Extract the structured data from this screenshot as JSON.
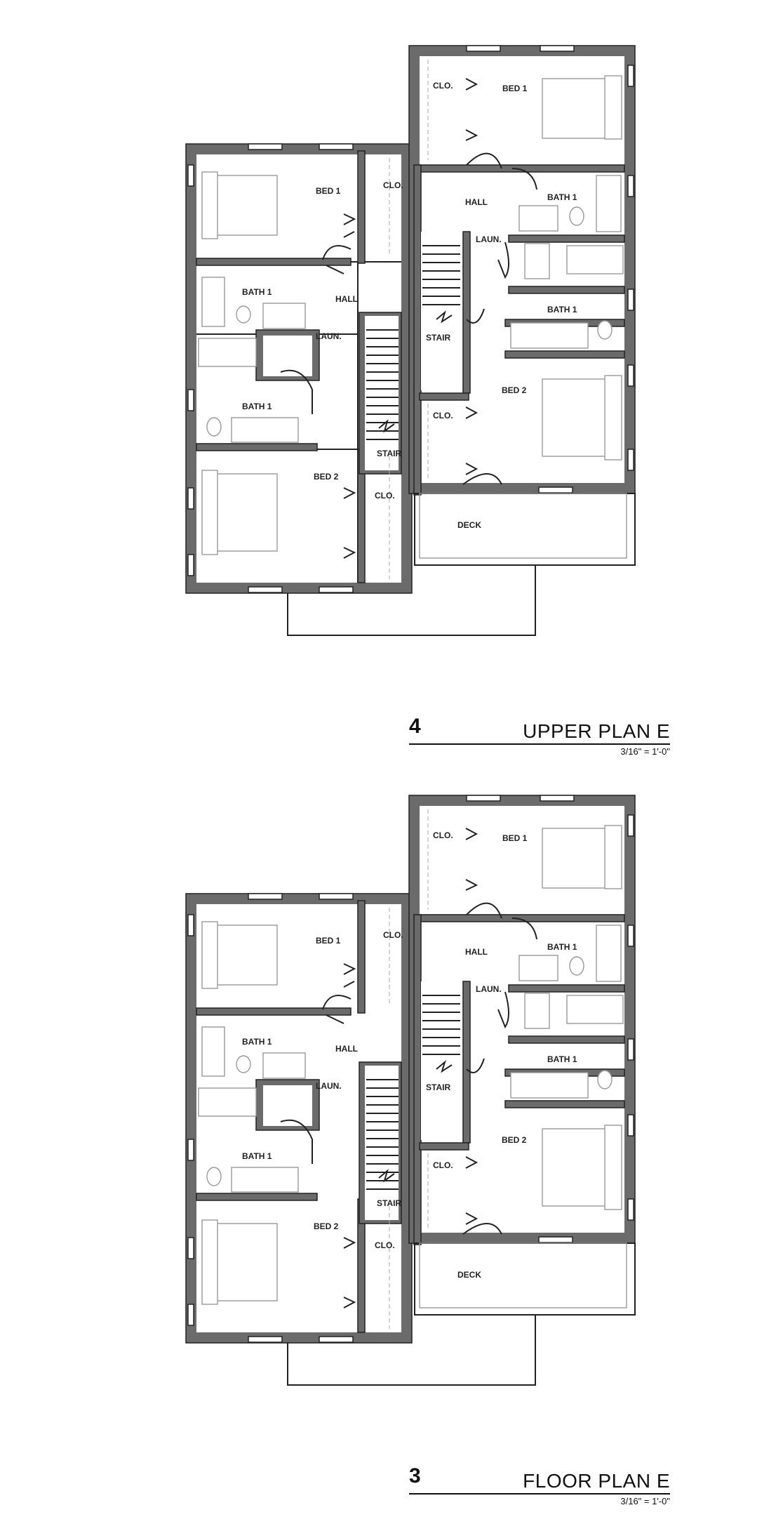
{
  "plans": [
    {
      "number": "4",
      "name": "UPPER PLAN E",
      "scale": "3/16\" = 1'-0\"",
      "rooms": {
        "left_bed1": "BED 1",
        "left_clo_top": "CLO.",
        "left_bath_a": "BATH 1",
        "left_hall": "HALL",
        "left_laun": "LAUN.",
        "left_bath_b": "BATH 1",
        "left_stair": "STAIR",
        "left_bed2": "BED 2",
        "left_clo_bottom": "CLO.",
        "right_clo_top": "CLO.",
        "right_bed1": "BED 1",
        "right_hall": "HALL",
        "right_bath_a": "BATH 1",
        "right_laun": "LAUN.",
        "right_bath_b": "BATH 1",
        "right_stair": "STAIR",
        "right_bed2": "BED 2",
        "right_clo_bottom": "CLO.",
        "deck": "DECK"
      }
    },
    {
      "number": "3",
      "name": "FLOOR PLAN E",
      "scale": "3/16\" = 1'-0\"",
      "rooms": {
        "left_bed1": "BED 1",
        "left_clo_top": "CLO.",
        "left_bath_a": "BATH 1",
        "left_hall": "HALL",
        "left_laun": "LAUN.",
        "left_bath_b": "BATH 1",
        "left_stair": "STAIR",
        "left_bed2": "BED 2",
        "left_clo_bottom": "CLO.",
        "right_clo_top": "CLO.",
        "right_bed1": "BED 1",
        "right_hall": "HALL",
        "right_bath_a": "BATH 1",
        "right_laun": "LAUN.",
        "right_bath_b": "BATH 1",
        "right_stair": "STAIR",
        "right_bed2": "BED 2",
        "right_clo_bottom": "CLO.",
        "deck": "DECK"
      }
    }
  ]
}
